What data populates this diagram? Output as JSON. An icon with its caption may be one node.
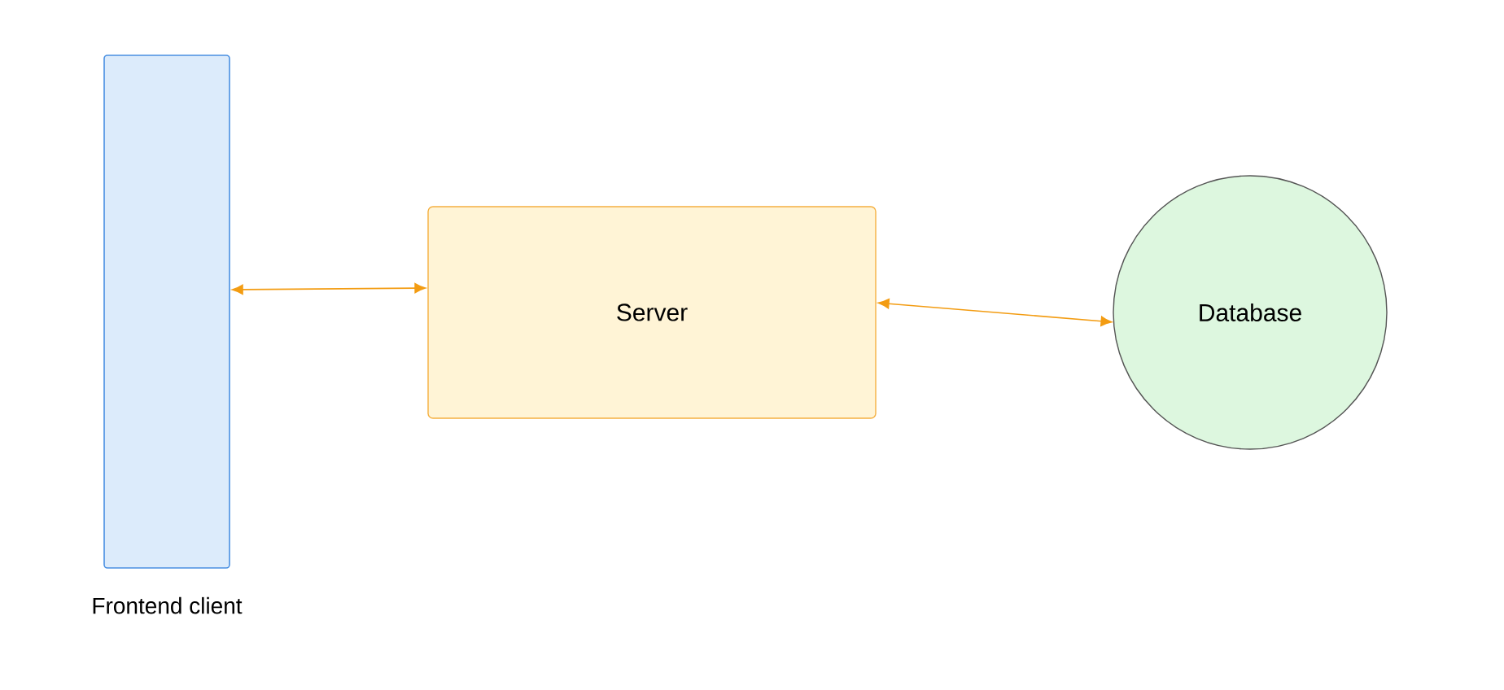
{
  "diagram": {
    "nodes": [
      {
        "text": [
          "Frontend client"
        ]
      },
      {
        "text": [
          "Server"
        ]
      },
      {
        "text": [
          "Database"
        ]
      }
    ],
    "edges": [
      {
        "from": 0,
        "to": 1,
        "arrow": "both"
      },
      {
        "from": 1,
        "to": 2,
        "arrow": "both"
      }
    ]
  }
}
